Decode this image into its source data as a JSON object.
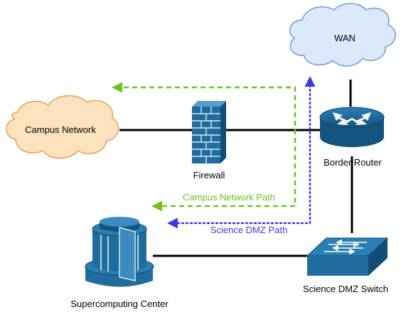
{
  "nodes": {
    "wan": "WAN",
    "campus": "Campus Network",
    "firewall": "Firewall",
    "router": "Border Router",
    "switch": "Science DMZ Switch",
    "super": "Supercomputing Center"
  },
  "paths": {
    "campus_path": "Campus Network Path",
    "dmz_path": "Science DMZ Path"
  },
  "colors": {
    "cloud_wan_fill": "#dbe9fb",
    "cloud_wan_stroke": "#6b9bd8",
    "cloud_campus_fill": "#fde2bf",
    "cloud_campus_stroke": "#e3a04e",
    "equipment": "#1f6c9d",
    "campus_path": "#6cc31e",
    "dmz_path": "#3a3ae8",
    "wire": "#000000"
  }
}
